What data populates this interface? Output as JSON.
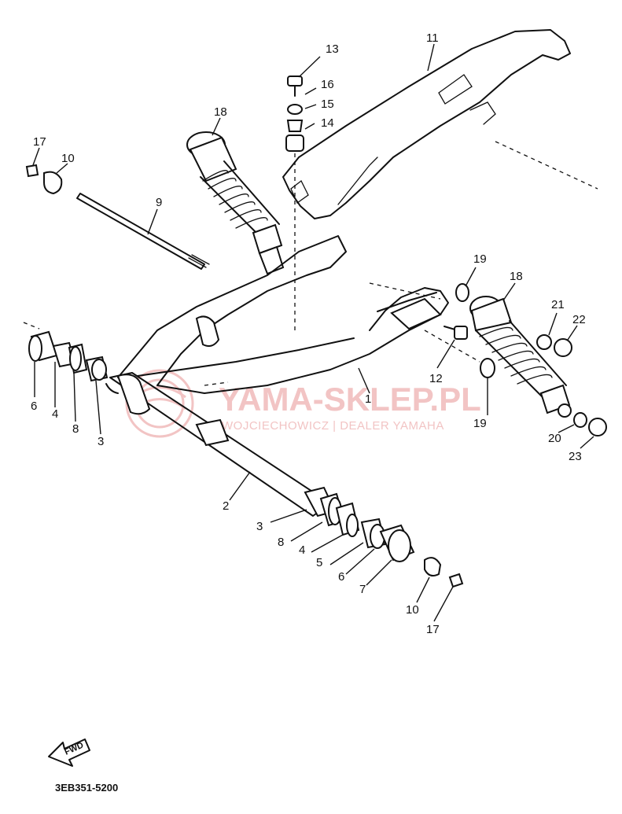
{
  "diagram": {
    "callouts": [
      {
        "label": "13"
      },
      {
        "label": "16"
      },
      {
        "label": "15"
      },
      {
        "label": "14"
      },
      {
        "label": "11"
      },
      {
        "label": "18"
      },
      {
        "label": "17"
      },
      {
        "label": "10"
      },
      {
        "label": "9"
      },
      {
        "label": "19"
      },
      {
        "label": "18"
      },
      {
        "label": "21"
      },
      {
        "label": "22"
      },
      {
        "label": "12"
      },
      {
        "label": "1"
      },
      {
        "label": "19"
      },
      {
        "label": "20"
      },
      {
        "label": "23"
      },
      {
        "label": "6"
      },
      {
        "label": "4"
      },
      {
        "label": "8"
      },
      {
        "label": "3"
      },
      {
        "label": "2"
      },
      {
        "label": "3"
      },
      {
        "label": "8"
      },
      {
        "label": "4"
      },
      {
        "label": "5"
      },
      {
        "label": "6"
      },
      {
        "label": "7"
      },
      {
        "label": "10"
      },
      {
        "label": "17"
      }
    ],
    "find_label": "FWD",
    "drawing_code": "3EB351-5200"
  },
  "watermark": {
    "brand": "YAMA-SKLEP.PL",
    "subtitle": "WOJCIECHOWICZ | DEALER YAMAHA",
    "color": "#f2c4c4"
  }
}
